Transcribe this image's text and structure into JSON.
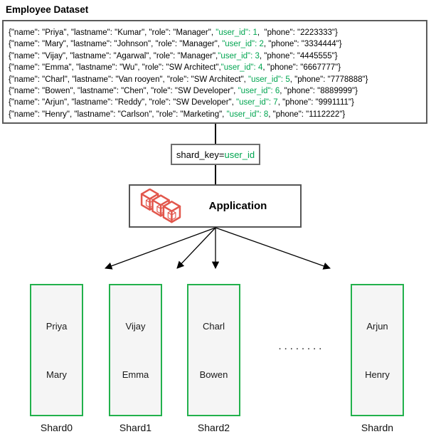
{
  "page": {
    "title": "Employee Dataset"
  },
  "colors": {
    "accent_green": "#00a550",
    "shard_border_green": "#22b14c",
    "icon_red": "#e2574c",
    "box_border_gray": "#5b5b5b"
  },
  "icons": {
    "application": "cubes-stack-icon"
  },
  "dataset": {
    "records": [
      {
        "before": "{\"name\": \"Priya\", \"lastname\": \"Kumar\", \"role\": \"Manager\", ",
        "key": "\"user_id\": 1",
        "after": ",  \"phone\": \"2223333\"}"
      },
      {
        "before": "{\"name\": \"Mary\", \"lastname\": \"Johnson\", \"role\": \"Manager\", ",
        "key": "\"user_id\": 2",
        "after": ", \"phone\": \"3334444\"}"
      },
      {
        "before": "{\"name\": \"Vijay\", \"lastname\": \"Agarwal\", \"role\": \"Manager\",",
        "key": "\"user_id\": 3",
        "after": ", \"phone\": \"4445555\"}"
      },
      {
        "before": "{\"name\": \"Emma\", \"lastname\": \"Wu\", \"role\": \"SW Architect\",",
        "key": "\"user_id\": 4",
        "after": ", \"phone\": \"6667777\"}"
      },
      {
        "before": "{\"name\": \"Charl\", \"lastname\": \"Van rooyen\", \"role\": \"SW Architect\", ",
        "key": "\"user_id\": 5",
        "after": ", \"phone\": \"7778888\"}"
      },
      {
        "before": "{\"name\": \"Bowen\", \"lastname\": \"Chen\", \"role\": \"SW Developer\", ",
        "key": "\"user_id\": 6",
        "after": ", \"phone\": \"8889999\"}"
      },
      {
        "before": "{\"name\": \"Arjun\", \"lastname\": \"Reddy\", \"role\": \"SW Developer\", ",
        "key": "\"user_id\": 7",
        "after": ", \"phone\": \"9991111\"}"
      },
      {
        "before": "{\"name\": \"Henry\", \"lastname\": \"Carlson\", \"role\": \"Marketing\", ",
        "key": "\"user_id\": 8",
        "after": ", \"phone\": \"1112222\"}"
      }
    ]
  },
  "shard_key": {
    "prefix": "shard_key=",
    "key": "user_id"
  },
  "application": {
    "label": "Application"
  },
  "shards": [
    {
      "label": "Shard0",
      "names": [
        "Priya",
        "Mary"
      ]
    },
    {
      "label": "Shard1",
      "names": [
        "Vijay",
        "Emma"
      ]
    },
    {
      "label": "Shard2",
      "names": [
        "Charl",
        "Bowen"
      ]
    },
    {
      "label": "Shardn",
      "names": [
        "Arjun",
        "Henry"
      ]
    }
  ],
  "ellipsis": ". . . . . . . ."
}
